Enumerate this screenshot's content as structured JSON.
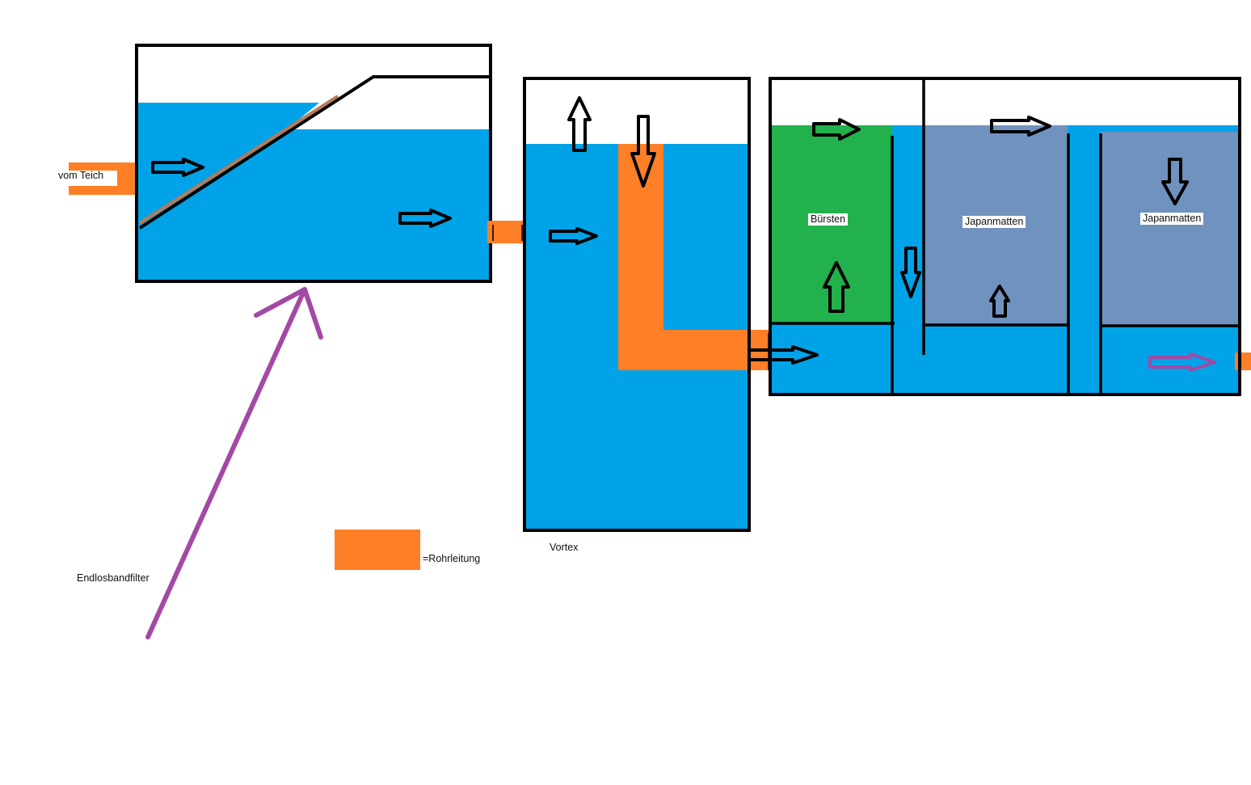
{
  "colors": {
    "water": "#00a2e8",
    "pipe": "#ff7f27",
    "brushes": "#22b14c",
    "mats": "#7092be",
    "filter_belt": "#b97a57",
    "pointer": "#a349a4",
    "outline": "#000000"
  },
  "labels": {
    "inlet": "vom Teich",
    "belt_filter": "Endlosbandfilter",
    "pipe_legend": "=Rohrleitung",
    "vortex": "Vortex",
    "brushes": "Bürsten",
    "mats_1": "Japanmatten",
    "mats_2": "Japanmatten"
  },
  "icons": {
    "flow_arrow": "hollow-block-arrow",
    "pointer_arrow": "open-line-arrow"
  }
}
